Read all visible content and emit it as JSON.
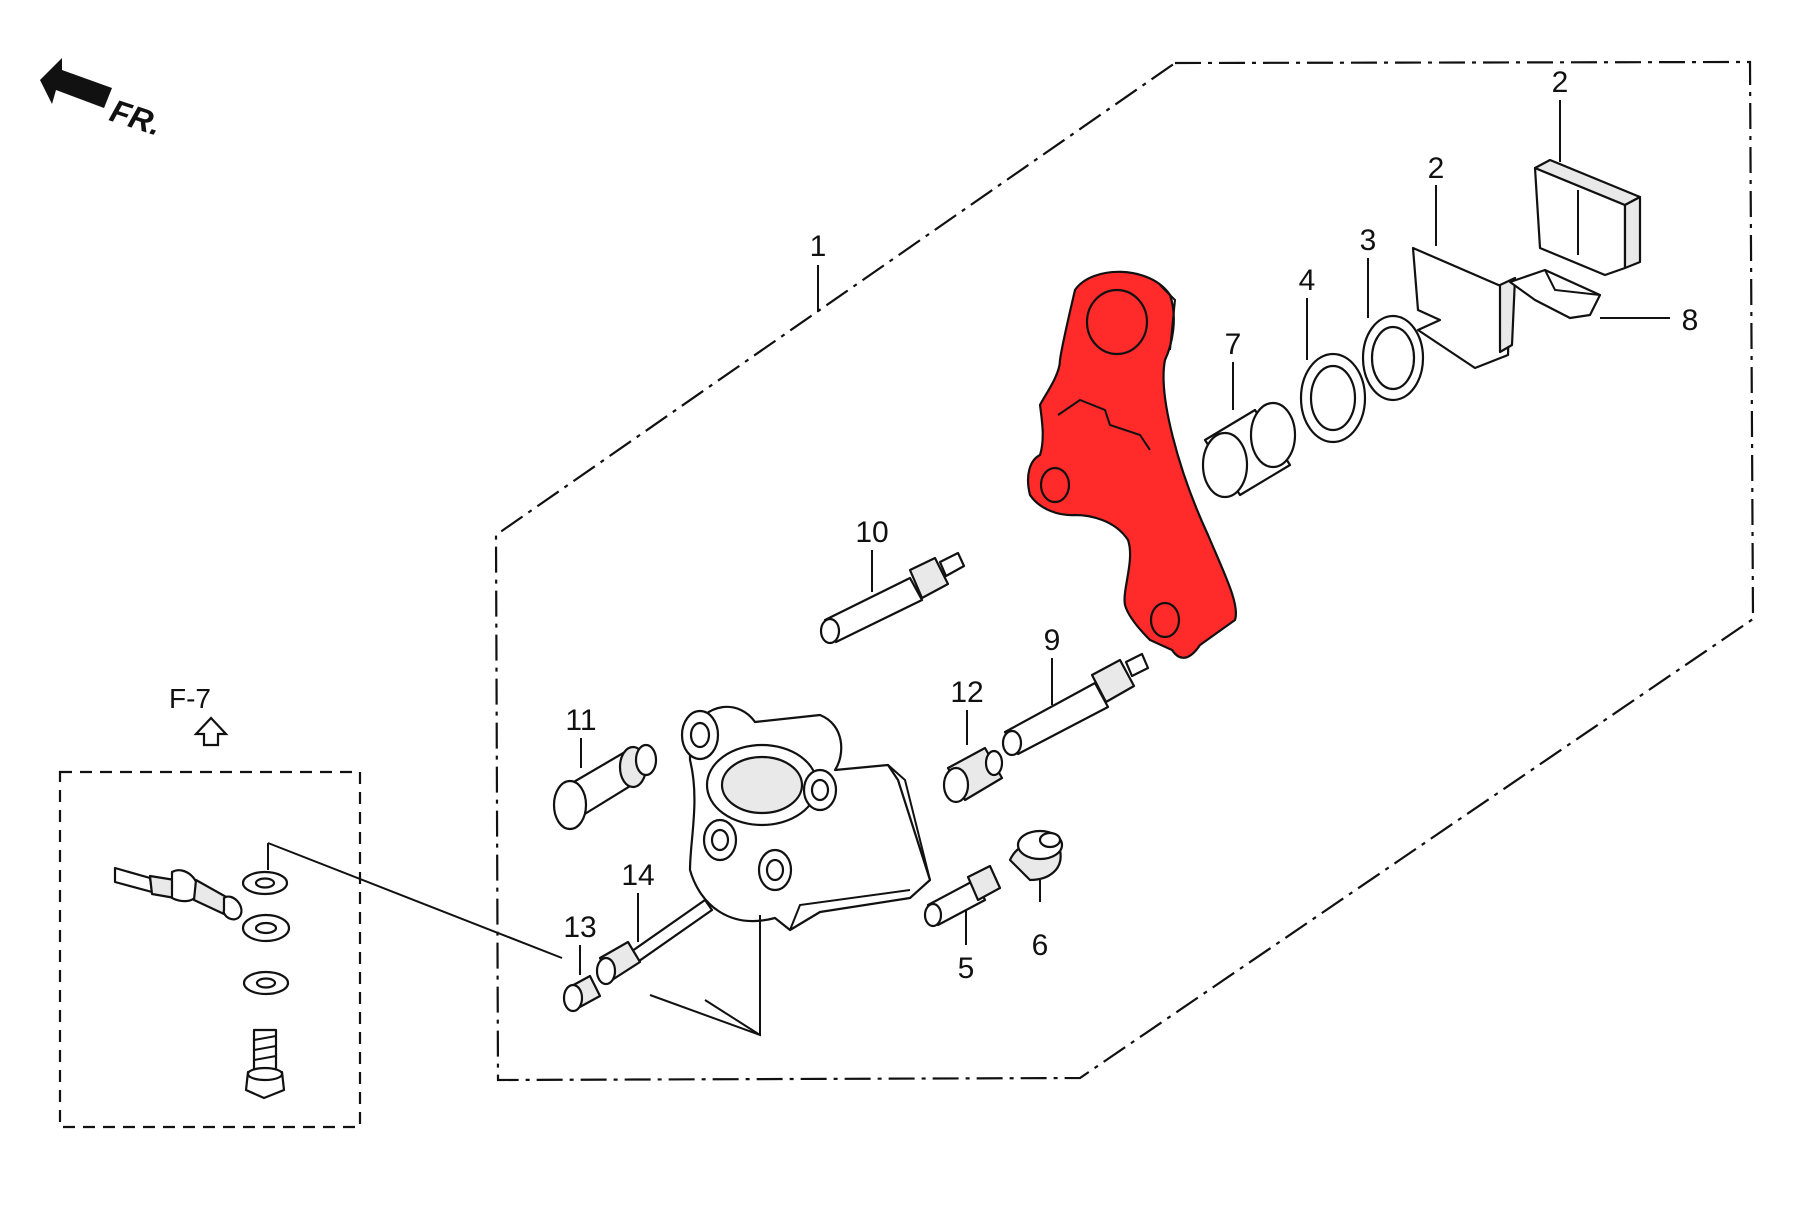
{
  "direction_label": "FR.",
  "reference": {
    "label": "F-7",
    "icon": "up-arrow-outline-icon"
  },
  "highlight_color": "#ff2a2a",
  "callouts": {
    "c1": "1",
    "c2a": "2",
    "c2b": "2",
    "c3": "3",
    "c4": "4",
    "c5": "5",
    "c6": "6",
    "c7": "7",
    "c8": "8",
    "c9": "9",
    "c10": "10",
    "c11": "11",
    "c12": "12",
    "c13": "13",
    "c14": "14"
  }
}
